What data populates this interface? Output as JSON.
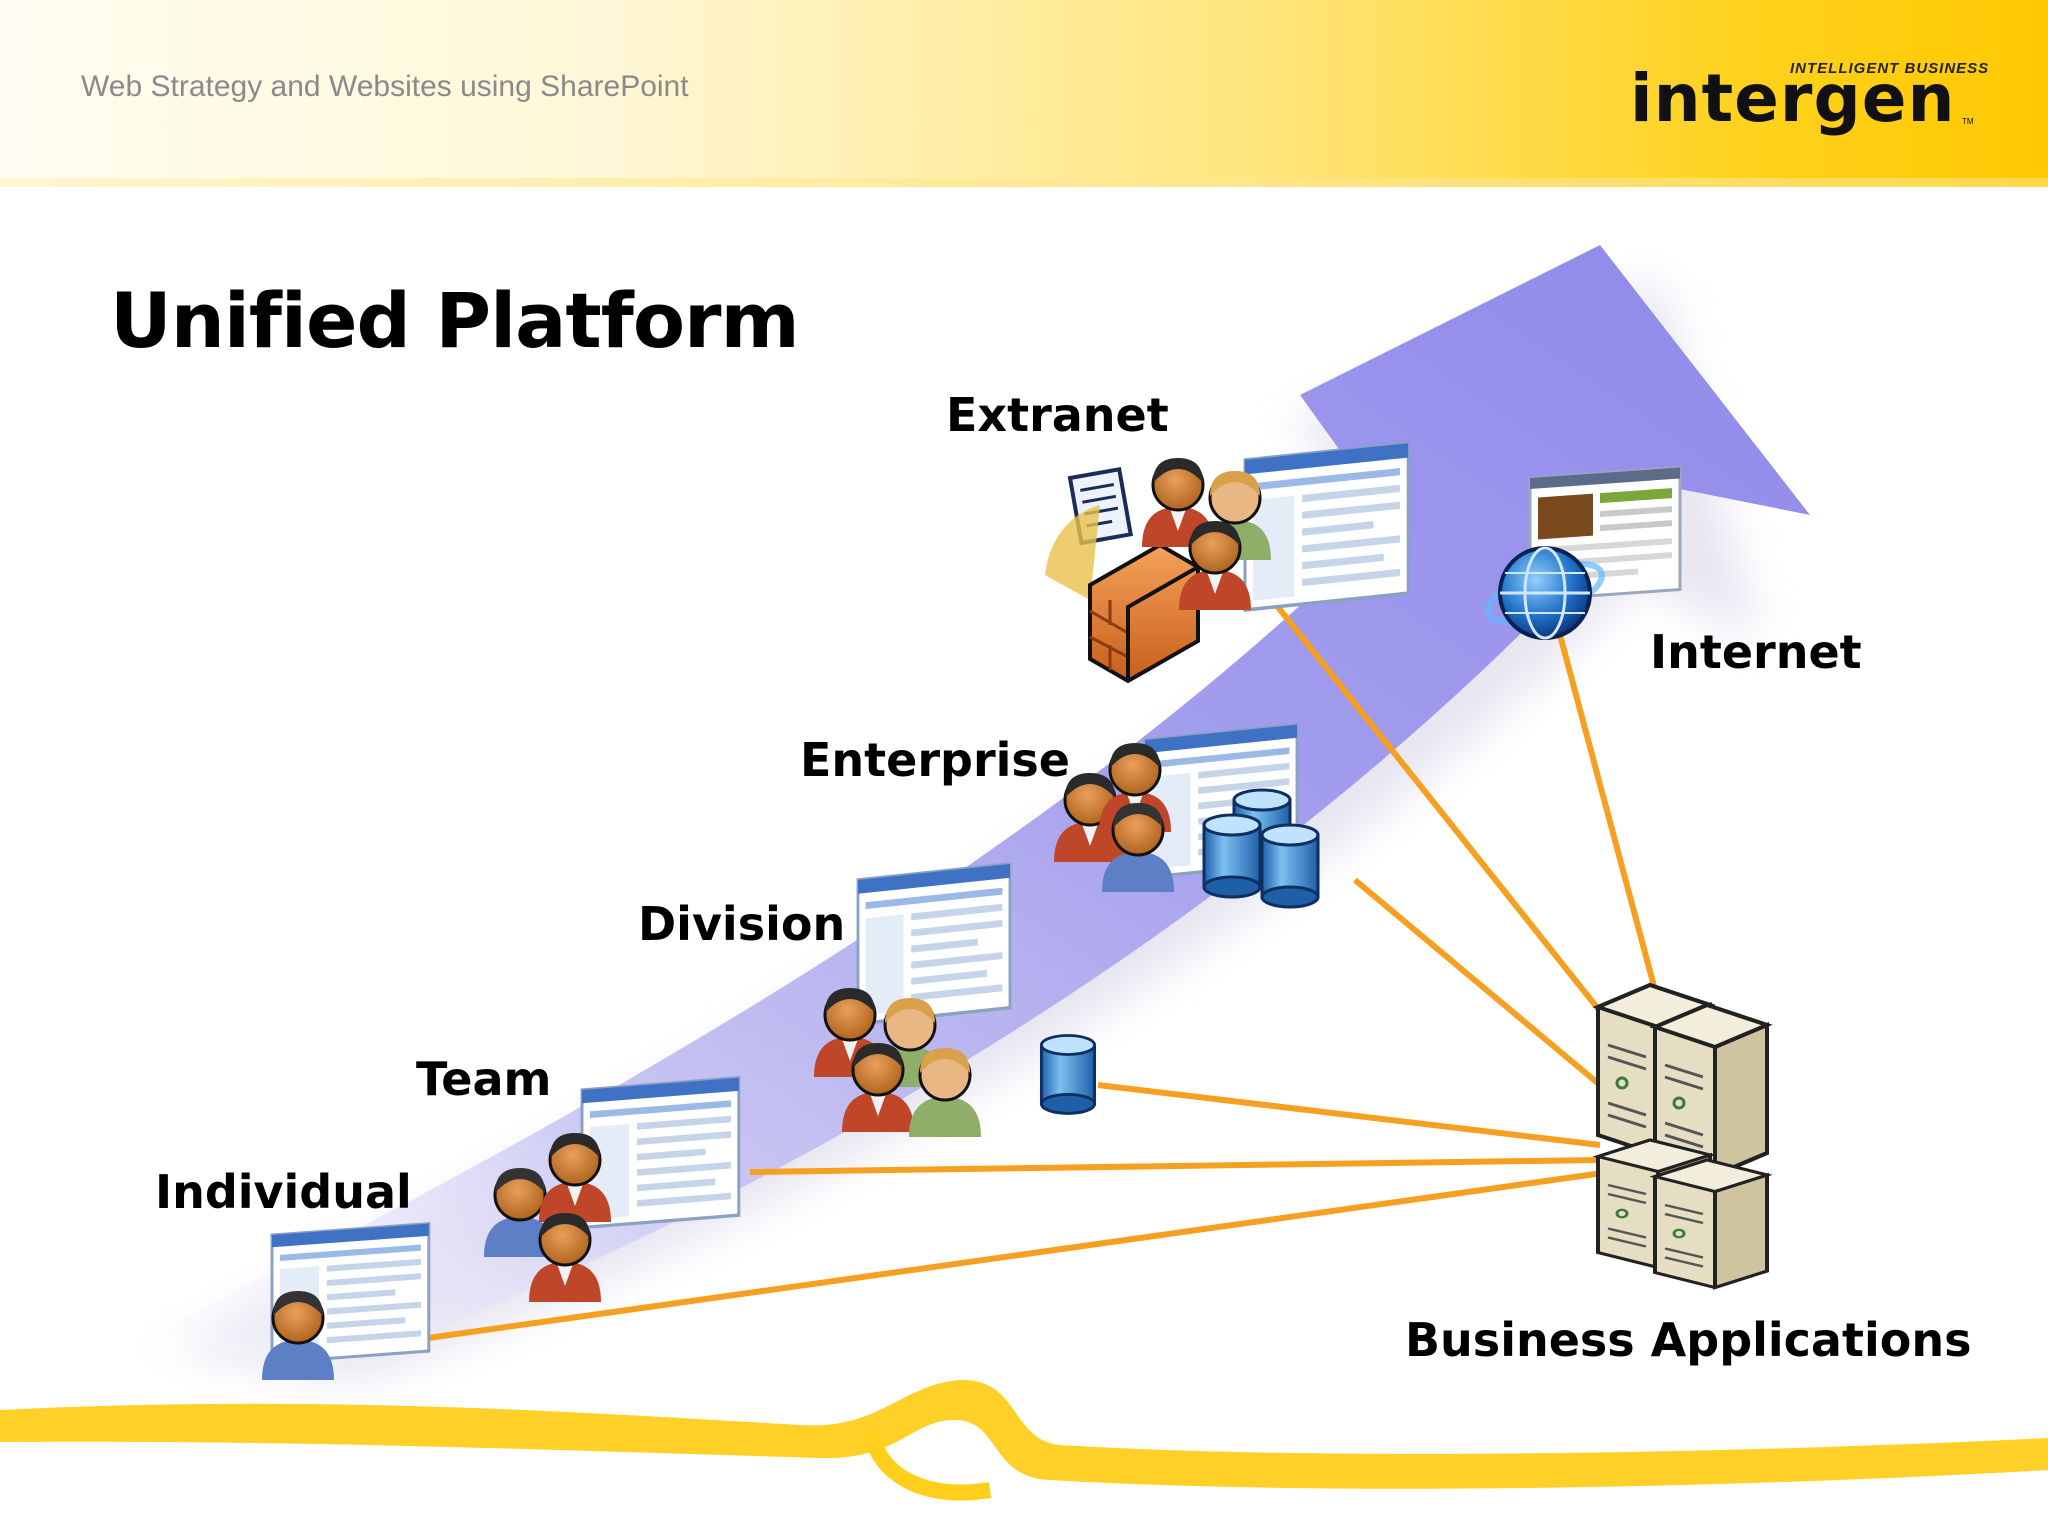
{
  "header": {
    "subtitle": "Web Strategy and Websites using SharePoint",
    "logo_tagline": "INTELLIGENT BUSINESS",
    "logo_word": "intergen",
    "logo_tm": "TM"
  },
  "slide": {
    "title": "Unified Platform"
  },
  "diagram": {
    "stages": [
      "Individual",
      "Team",
      "Division",
      "Enterprise",
      "Extranet",
      "Internet"
    ],
    "hub_label": "Business Applications"
  },
  "colors": {
    "accent_yellow": "#FFD21E",
    "arrow_purple": "#9C97EC",
    "connector_orange": "#F5A020",
    "database_blue": "#3A8AD8",
    "server_beige": "#E4DCC0",
    "firewall_orange": "#E8823A"
  },
  "icons": [
    "people-group-icon",
    "browser-window-icon",
    "database-icon",
    "server-icon",
    "firewall-icon",
    "document-icon",
    "globe-icon"
  ]
}
